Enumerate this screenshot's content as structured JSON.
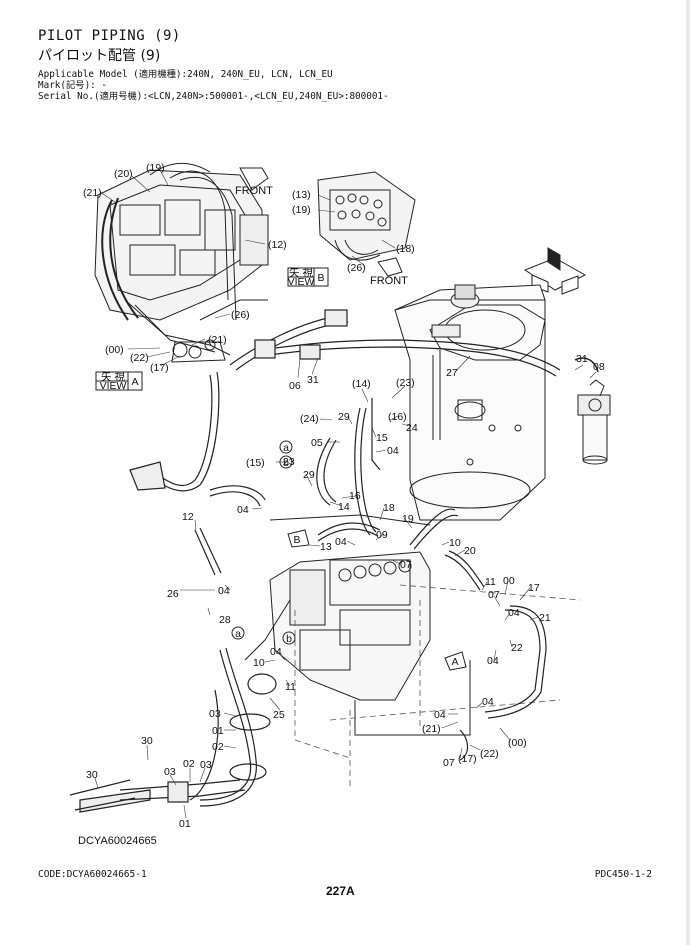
{
  "header": {
    "title_en": "PILOT PIPING (9)",
    "title_jp": "パイロット配管 (9)",
    "applicable_model": "Applicable Model (適用機種):240N, 240N_EU, LCN, LCN_EU",
    "mark": "Mark(記号): -",
    "serial_no": "Serial No.(適用号機):<LCN,240N>:500001-,<LCN_EU,240N_EU>:800001-"
  },
  "front_labels": [
    "FRONT",
    "FRONT"
  ],
  "views": {
    "a": {
      "jp": "矢 視",
      "en": "VIEW",
      "letter": "A"
    },
    "b": {
      "jp": "矢 視",
      "en": "VIEW",
      "letter": "B"
    }
  },
  "circled_refs": [
    "a",
    "b",
    "a",
    "b"
  ],
  "arrow_tags": [
    "B",
    "A"
  ],
  "callouts": [
    "(20)",
    "(19)",
    "(21)",
    "(12)",
    "(13)",
    "(19)",
    "(18)",
    "(26)",
    "(26)",
    "(21)",
    "(00)",
    "(22)",
    "(17)",
    "31",
    "08",
    "27",
    "06",
    "31",
    "(14)",
    "(23)",
    "(24)",
    "29",
    "(16)",
    "24",
    "15",
    "05",
    "04",
    "23",
    "(15)",
    "29",
    "16",
    "14",
    "18",
    "19",
    "10",
    "20",
    "12",
    "04",
    "13",
    "04",
    "09",
    "07",
    "11",
    "00",
    "17",
    "07",
    "04",
    "21",
    "22",
    "04",
    "04",
    "04",
    "(21)",
    "(22)",
    "(00)",
    "07",
    "(17)",
    "26",
    "04",
    "28",
    "10",
    "04",
    "11",
    "25",
    "03",
    "01",
    "02",
    "30",
    "30",
    "03",
    "02",
    "03",
    "01"
  ],
  "drawing_code": "DCYA60024665",
  "footer": {
    "code": "CODE:DCYA60024665-1",
    "ref": "PDC450-1-2",
    "page": "227A"
  }
}
